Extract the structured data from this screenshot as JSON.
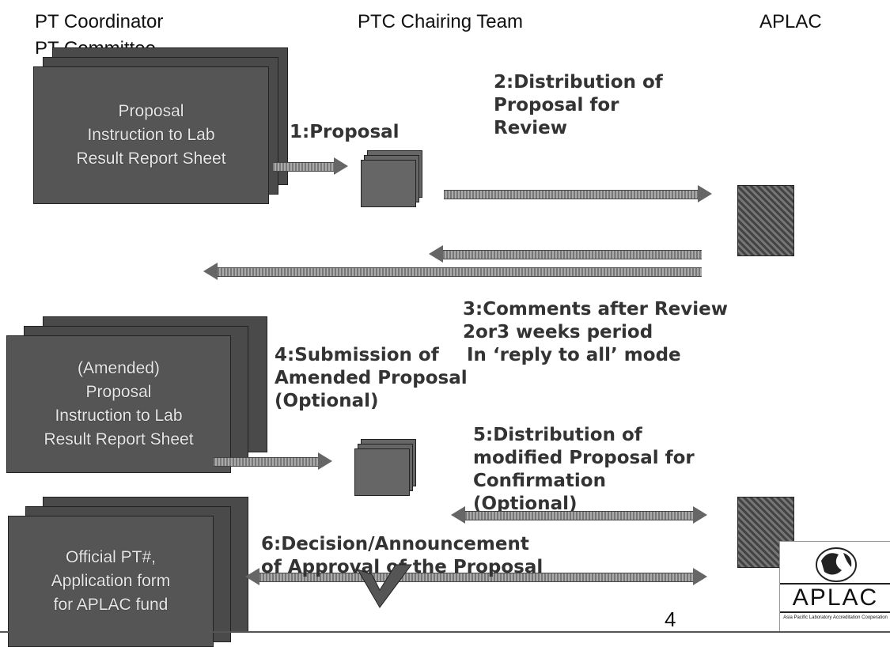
{
  "headers": {
    "left": "PT Coordinator",
    "left_sub": "PT Committee",
    "middle": "PTC Chairing Team",
    "right": "APLAC"
  },
  "documents": {
    "doc1": [
      "Proposal",
      "Instruction to Lab",
      "Result Report Sheet"
    ],
    "doc2": [
      "(Amended)",
      "Proposal",
      "Instruction to Lab",
      "Result Report Sheet"
    ],
    "doc3": [
      "Official PT#,",
      "Application form",
      "for APLAC fund"
    ]
  },
  "steps": {
    "s1": "1:Proposal",
    "s2": "2:Distribution of\nProposal for\nReview",
    "s3": "3:Comments after Review\n2or3 weeks period",
    "s3b": "In ‘reply to all’ mode",
    "s4": "4:Submission of\nAmended Proposal\n(Optional)",
    "s5": "5:Distribution of\nmodified Proposal for\nConfirmation\n(Optional)",
    "s6": "6:Decision/Announcement\nof Approval of the Proposal"
  },
  "logo": {
    "text": "APLAC",
    "subtext": "Asia Pacific Laboratory Accreditation Cooperation"
  },
  "page_number": "4"
}
